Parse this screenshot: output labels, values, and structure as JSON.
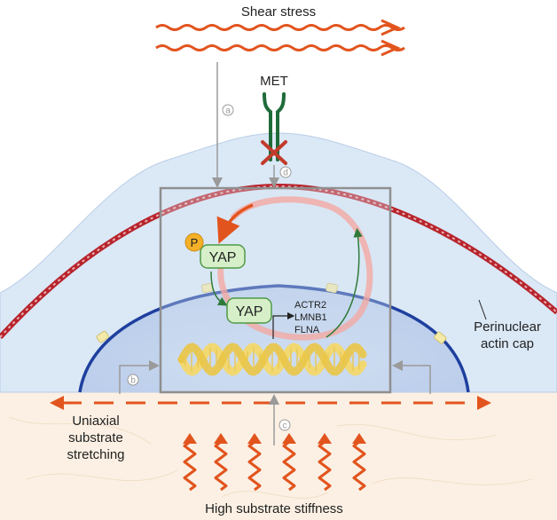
{
  "labels": {
    "shear_stress": "Shear stress",
    "met": "MET",
    "perinuclear_line1": "Perinuclear",
    "perinuclear_line2": "actin cap",
    "uniaxial_line1": "Uniaxial",
    "uniaxial_line2": "substrate",
    "uniaxial_line3": "stretching",
    "high_stiffness": "High substrate stiffness",
    "yap_phospho": "YAP",
    "phospho": "P",
    "yap_nuclear": "YAP",
    "gene1": "ACTR2",
    "gene2": "LMNB1",
    "gene3": "FLNA"
  },
  "markers": {
    "a": "a",
    "b": "b",
    "c": "c",
    "d": "d"
  },
  "colors": {
    "cytoplasm": "#dbe8f6",
    "nucleus_fill": "#c4d6ee",
    "nuclear_envelope": "#1e3f9e",
    "actin_cap": "#b8242c",
    "force_arrow": "#e2541e",
    "yap_fill": "#d6efc9",
    "yap_stroke": "#4f9a45",
    "phospho": "#f4b128",
    "green_arrow": "#2f7a3a",
    "grey_arrow": "#9a9a9a",
    "substrate": "#fbf0e3",
    "dna": "#f3d86a",
    "inhibit": "#c23b2b"
  }
}
